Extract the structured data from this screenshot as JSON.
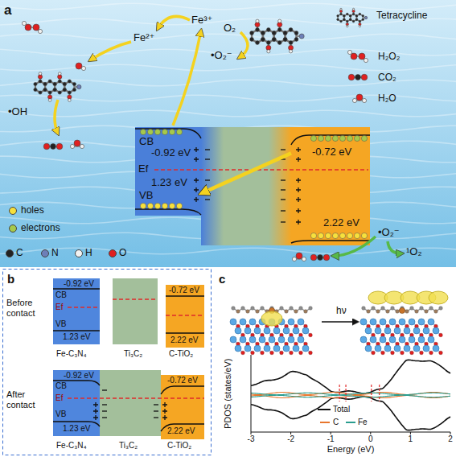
{
  "diagram": {
    "nodes": [
      {
        "text": [
          "CB",
          "-0.92 eV",
          "1.23 eV",
          "VB"
        ]
      },
      {
        "text": [
          "-0.72 eV",
          "2.22 eV"
        ]
      },
      {
        "text": [
          "-0.92 eV",
          "CB",
          "VB",
          "1.23 eV",
          "Fe-C₃N₄"
        ]
      },
      {
        "text": [
          "Ti₃C₂"
        ]
      },
      {
        "text": [
          "-0.72 eV",
          "2.22 eV",
          "C-TiO₂"
        ]
      },
      {
        "text": [
          "-0.92 eV",
          "CB",
          "VB",
          "1.23 eV",
          "Fe-C₃N₄"
        ]
      },
      {
        "text": [
          "Ti₃C₂"
        ]
      },
      {
        "text": [
          "-0.72 eV",
          "2.22 eV",
          "C-TiO₂"
        ]
      }
    ],
    "edges": [
      {
        "from": 1,
        "to": 0,
        "arrow": "to"
      }
    ],
    "labels": [
      "a",
      "Fe³⁺",
      "Fe²⁺",
      "O₂",
      "•O₂⁻",
      "Tetracycline",
      "H₂O₂",
      "CO₂",
      "H₂O",
      "•OH",
      "Ef",
      "•O₂⁻",
      "¹O₂",
      "b",
      "Before contact",
      "Ef",
      "After contact",
      "Ef",
      "c",
      "hν",
      "PDOS (states/eV)",
      "-3",
      "-2",
      "-1",
      "0",
      "1",
      "2",
      "Energy (eV)"
    ],
    "legend": [
      {
        "text": "holes",
        "color": "#f7e03c"
      },
      {
        "text": "electrons",
        "color": "#a6c94a"
      },
      {
        "text": "C",
        "color": "#222222"
      },
      {
        "text": "N",
        "color": "#6d7fb8"
      },
      {
        "text": "H",
        "color": "#f2f2f2"
      },
      {
        "text": "O",
        "color": "#e02020"
      },
      {
        "text": "Total"
      },
      {
        "text": "C"
      },
      {
        "text": "Fe"
      }
    ]
  }
}
